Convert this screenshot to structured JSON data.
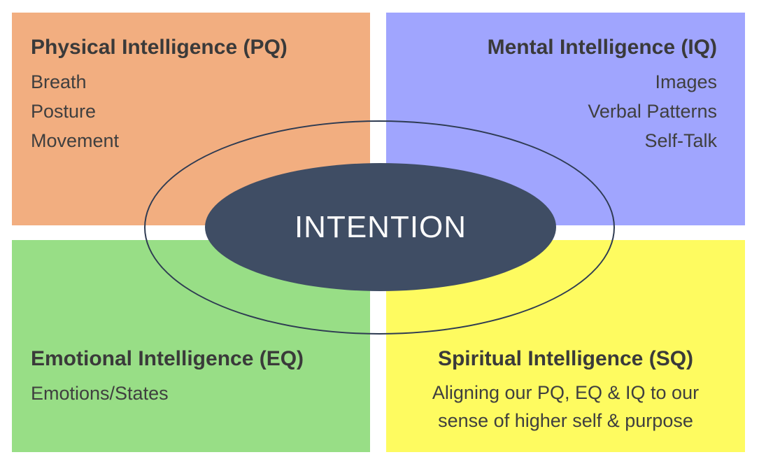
{
  "diagram": {
    "center_label": "INTENTION",
    "quadrants": [
      {
        "key": "pq",
        "title": "Physical Intelligence (PQ)",
        "items": [
          "Breath",
          "Posture",
          "Movement"
        ]
      },
      {
        "key": "iq",
        "title": "Mental Intelligence (IQ)",
        "items": [
          "Images",
          "Verbal Patterns",
          "Self-Talk"
        ]
      },
      {
        "key": "eq",
        "title": "Emotional Intelligence (EQ)",
        "items": [
          "Emotions/States"
        ]
      },
      {
        "key": "sq",
        "title": "Spiritual Intelligence (SQ)",
        "items": [
          "Aligning our PQ, EQ & IQ to our",
          "sense of higher self & purpose"
        ]
      }
    ],
    "colors": {
      "pq_bg": "#F2AE80",
      "iq_bg": "#A0A5FE",
      "eq_bg": "#98DE86",
      "sq_bg": "#FEFB60",
      "center_bg": "#3F4D64",
      "ring_stroke": "#2E3B52",
      "heading_text": "#3A3A3A",
      "body_text": "#3F3F3F",
      "center_text": "#FCFCFC",
      "page_bg": "#FFFFFF"
    }
  }
}
